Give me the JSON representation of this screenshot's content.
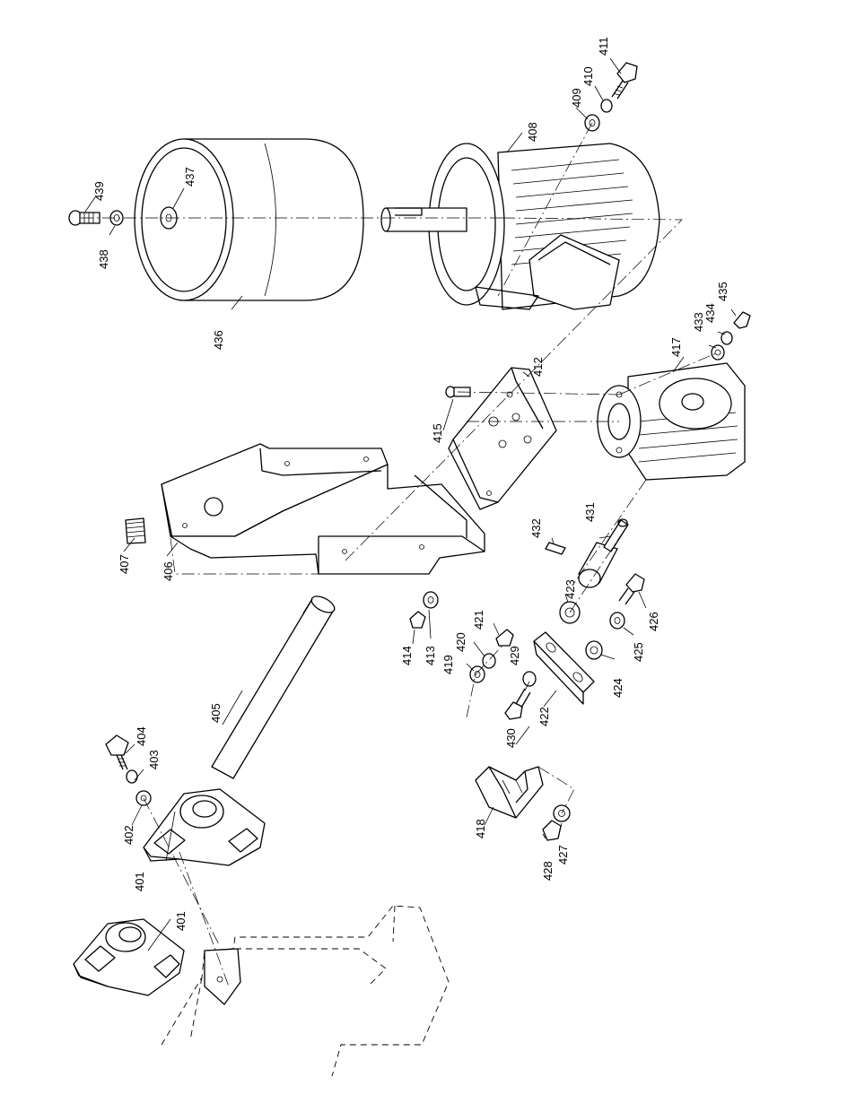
{
  "diagram": {
    "labels": {
      "p401a": "401",
      "p401b": "401",
      "p402": "402",
      "p403": "403",
      "p404": "404",
      "p405": "405",
      "p406": "406",
      "p407": "407",
      "p408": "408",
      "p409": "409",
      "p410": "410",
      "p411": "411",
      "p412": "412",
      "p413": "413",
      "p414": "414",
      "p415": "415",
      "p417": "417",
      "p418": "418",
      "p419": "419",
      "p420": "420",
      "p421": "421",
      "p422": "422",
      "p423": "423",
      "p424": "424",
      "p425": "425",
      "p426": "426",
      "p427": "427",
      "p428": "428",
      "p429": "429",
      "p430": "430",
      "p431": "431",
      "p432": "432",
      "p433": "433",
      "p434": "434",
      "p435": "435",
      "p436": "436",
      "p437": "437",
      "p438": "438",
      "p439": "439"
    }
  }
}
